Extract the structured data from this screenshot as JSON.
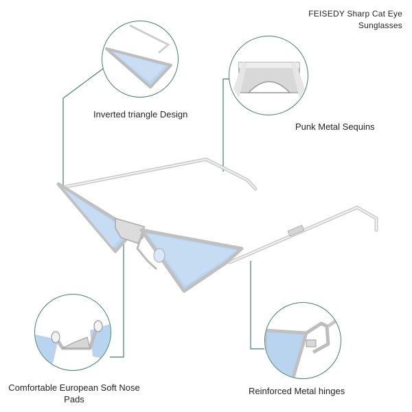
{
  "title": {
    "line1": "FEISEDY Sharp Cat Eye",
    "line2": "Sunglasses"
  },
  "features": [
    {
      "label": "Inverted triangle Design"
    },
    {
      "label": "Punk Metal Sequins"
    },
    {
      "label": "Comfortable European Soft Nose",
      "label2": "Pads"
    },
    {
      "label": "Reinforced Metal hinges"
    }
  ],
  "colors": {
    "lens": "#b9d4ee",
    "frame": "#c9c9c9",
    "callout": "#3f7f6a"
  }
}
